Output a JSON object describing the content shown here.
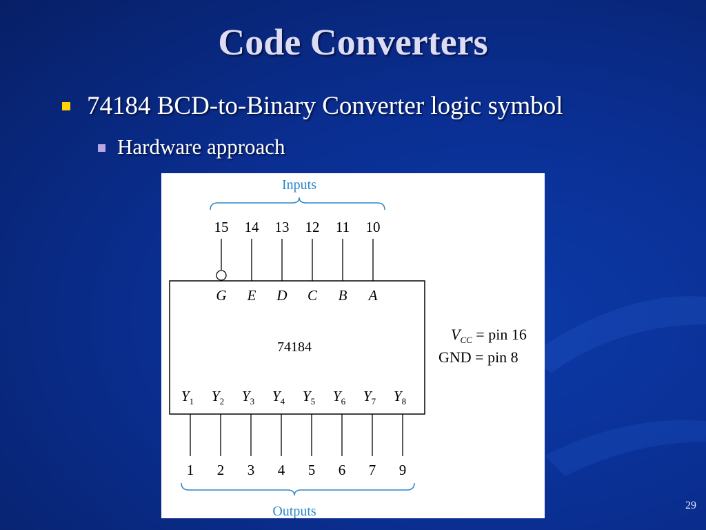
{
  "slide": {
    "title": "Code Converters",
    "bullet": "74184 BCD-to-Binary Converter logic symbol",
    "sub_bullet": "Hardware approach",
    "page_number": "29",
    "colors": {
      "background": "#0a2f93",
      "title": "#dcdcf4",
      "bullet_marker": "#ffd400",
      "sub_bullet_marker": "#b9a7e6",
      "brace_label": "#2a86c8"
    }
  },
  "diagram": {
    "inputs_label": "Inputs",
    "outputs_label": "Outputs",
    "chip_name": "74184",
    "vcc_symbol": "V",
    "vcc_subscript": "CC",
    "vcc_rest": " = pin 16",
    "gnd_note": "GND = pin 8",
    "inputs": [
      {
        "pin": "15",
        "name": "G",
        "inverted": true
      },
      {
        "pin": "14",
        "name": "E",
        "inverted": false
      },
      {
        "pin": "13",
        "name": "D",
        "inverted": false
      },
      {
        "pin": "12",
        "name": "C",
        "inverted": false
      },
      {
        "pin": "11",
        "name": "B",
        "inverted": false
      },
      {
        "pin": "10",
        "name": "A",
        "inverted": false
      }
    ],
    "outputs": [
      {
        "pin": "1",
        "name": "Y",
        "sub": "1"
      },
      {
        "pin": "2",
        "name": "Y",
        "sub": "2"
      },
      {
        "pin": "3",
        "name": "Y",
        "sub": "3"
      },
      {
        "pin": "4",
        "name": "Y",
        "sub": "4"
      },
      {
        "pin": "5",
        "name": "Y",
        "sub": "5"
      },
      {
        "pin": "6",
        "name": "Y",
        "sub": "6"
      },
      {
        "pin": "7",
        "name": "Y",
        "sub": "7"
      },
      {
        "pin": "9",
        "name": "Y",
        "sub": "8"
      }
    ]
  }
}
